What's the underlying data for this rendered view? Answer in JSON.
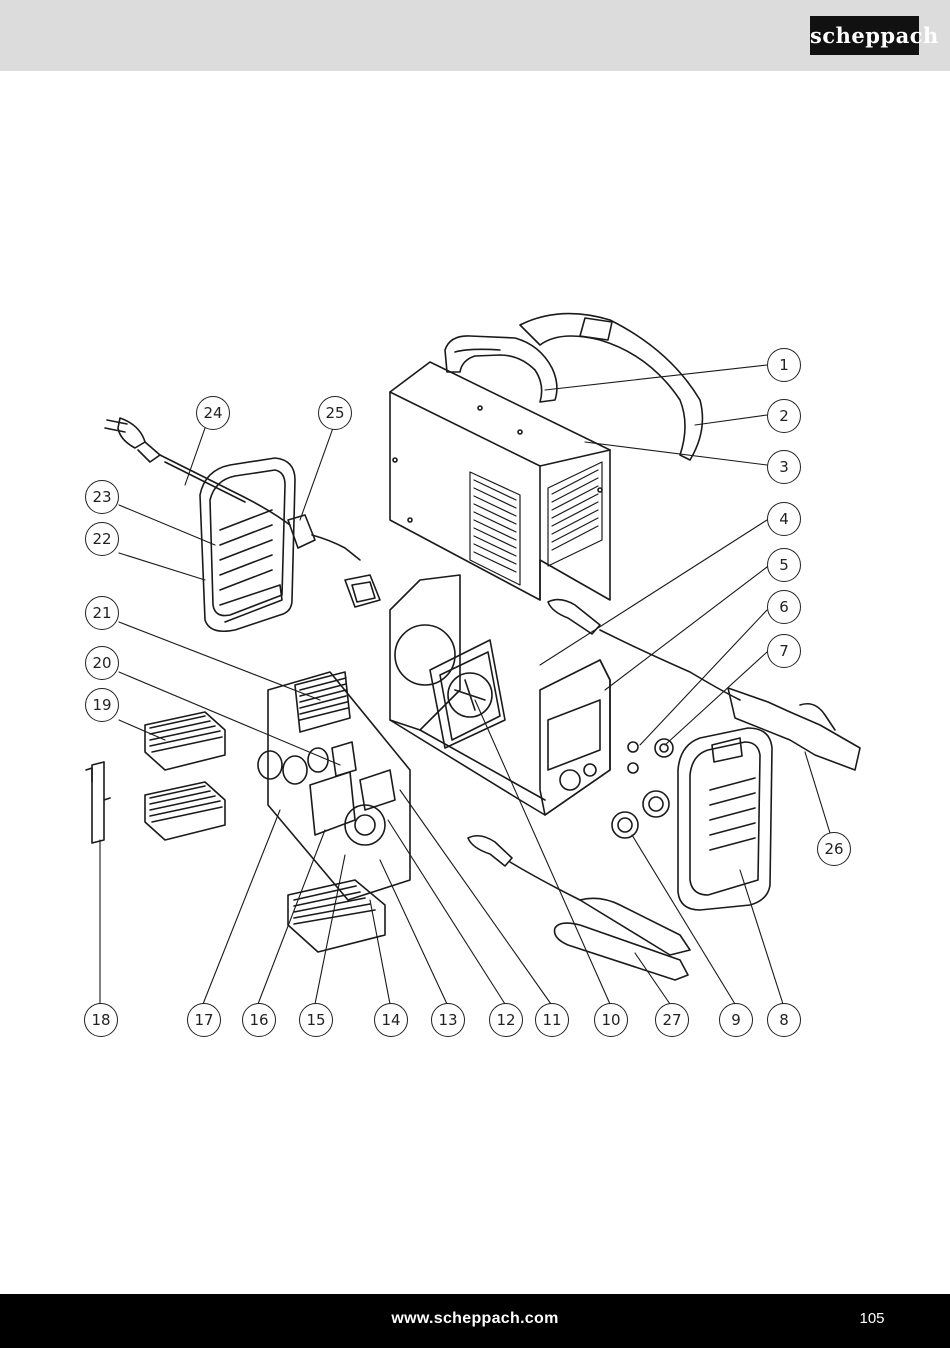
{
  "header": {
    "logo_text": "scheppach",
    "band_color": "#dcdcdc"
  },
  "diagram": {
    "callouts": [
      "1",
      "2",
      "3",
      "4",
      "5",
      "6",
      "7",
      "8",
      "9",
      "10",
      "11",
      "12",
      "13",
      "14",
      "15",
      "16",
      "17",
      "18",
      "19",
      "20",
      "21",
      "22",
      "23",
      "24",
      "25",
      "26",
      "27"
    ]
  },
  "footer": {
    "url": "www.scheppach.com",
    "page_number": "105",
    "band_color": "#000000"
  }
}
